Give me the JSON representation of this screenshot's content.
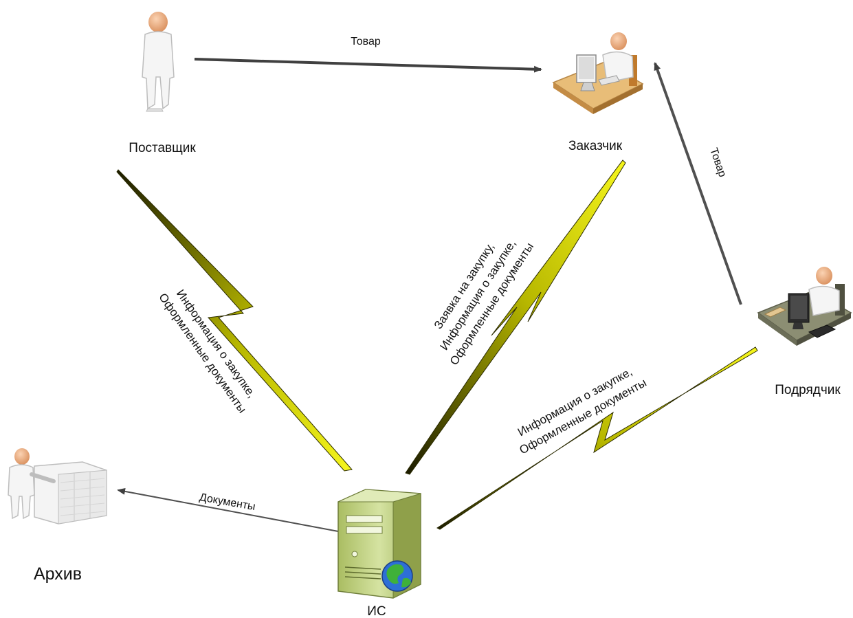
{
  "nodes": {
    "supplier": "Поставщик",
    "customer": "Заказчик",
    "contractor": "Подрядчик",
    "archive": "Архив",
    "is": "ИС"
  },
  "edges": {
    "supplier_customer": "Товар",
    "contractor_customer": "Товар",
    "is_archive": "Документы"
  },
  "links": {
    "supplier_is": [
      "Информация о закупке,",
      "Оформленные документы"
    ],
    "customer_is": [
      "Заявка на закупку,",
      "Информация о закупке,",
      "Оформленные документы"
    ],
    "contractor_is": [
      "Информация о закупке,",
      "Оформленные документы"
    ]
  },
  "colors": {
    "bolt_light": "#f6f61c",
    "bolt_dark": "#1a1a00",
    "arrow": "#404040",
    "server_body": "#c9d98f",
    "globe": "#2d6fd6"
  }
}
